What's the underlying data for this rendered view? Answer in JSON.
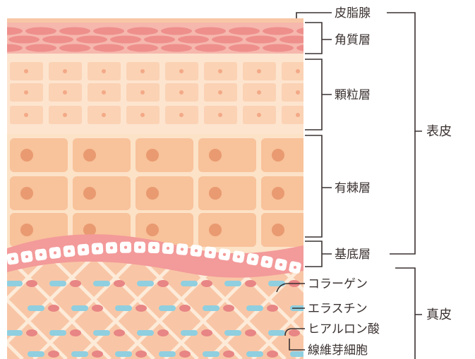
{
  "labels": {
    "sebaceous_gland": "皮脂腺",
    "stratum_corneum": "角質層",
    "stratum_granulosum": "顆粒層",
    "stratum_spinosum": "有棘層",
    "stratum_basale": "基底層",
    "epidermis": "表皮",
    "collagen": "コラーゲン",
    "elastin": "エラスチン",
    "hyaluronic_acid": "ヒアルロン酸",
    "fibroblast": "線維芽細胞",
    "dermis": "真皮"
  },
  "colors": {
    "corneum_band": "#f6b7ad",
    "corneum_cell": "#ee8f8c",
    "granular_bg": "#fde4cf",
    "granular_cell": "#fbd2b4",
    "granular_dot": "#f3a987",
    "spinous_bg": "#fce2c7",
    "spinous_cell": "#f8c29a",
    "spinous_nucleus": "#e99a70",
    "basal_wave": "#f39a9a",
    "basal_cell": "#ffffff",
    "dermis_bg": "#f8c6a6",
    "dermis_lattice": "#fdebd9",
    "elastin_fiber": "#8fcfe0",
    "fibroblast": "#e88585",
    "line": "#3a3130"
  }
}
